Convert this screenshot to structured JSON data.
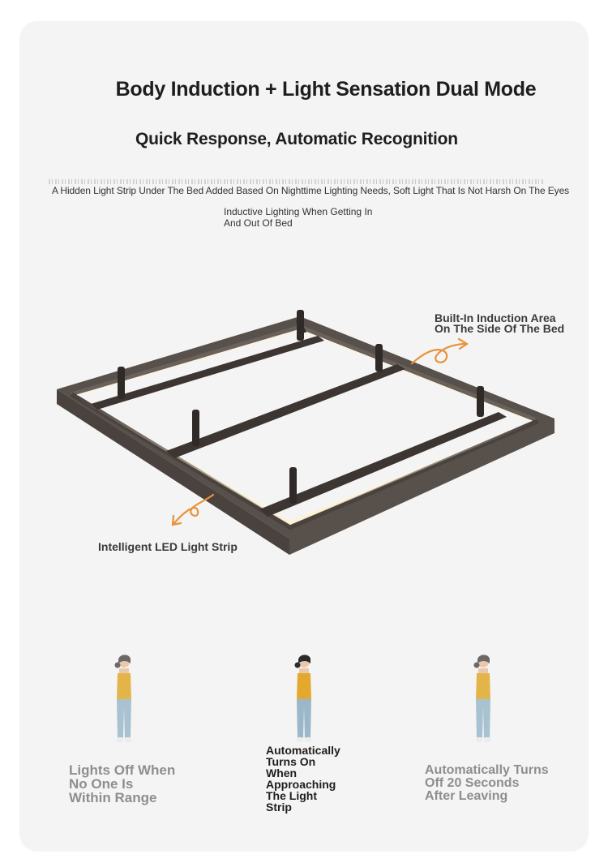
{
  "header": {
    "title": "Body Induction + Light Sensation Dual Mode",
    "subtitle": "Quick Response, Automatic Recognition",
    "description": "A Hidden Light Strip Under The Bed Added Based On Nighttime Lighting Needs, Soft Light That Is Not Harsh On The Eyes",
    "inductive_line1": "Inductive Lighting When Getting In",
    "inductive_line2": "And Out Of Bed"
  },
  "callouts": {
    "induction_area_line1": "Built-In Induction Area",
    "induction_area_line2": "On The Side Of The Bed",
    "led_strip": "Intelligent LED Light Strip"
  },
  "modes": [
    {
      "line1": "Lights Off When",
      "line2": "No One Is",
      "line3": "Within Range"
    },
    {
      "line1": "Automatically",
      "line2": "Turns On",
      "line3": "When",
      "line4": "Approaching",
      "line5": "The Light",
      "line6": "Strip"
    },
    {
      "line1": "Automatically Turns",
      "line2": "Off 20 Seconds",
      "line3": "After Leaving"
    }
  ],
  "colors": {
    "card_bg": "#f4f4f4",
    "frame_brown": "#5d534d",
    "frame_dark": "#3c3531",
    "led_glow": "#fff3d9",
    "arrow_orange": "#e8923b",
    "shirt_yellow": "#e3b449",
    "pants_blue": "#a9c2d2"
  }
}
